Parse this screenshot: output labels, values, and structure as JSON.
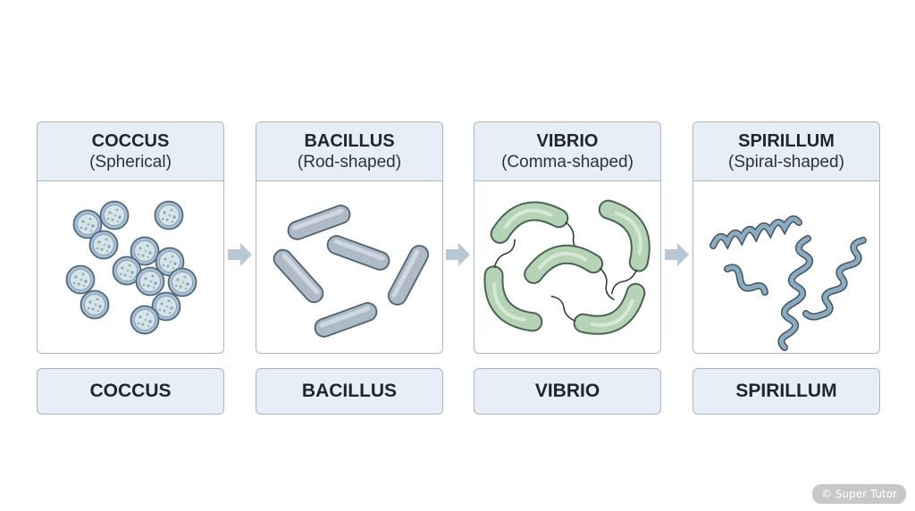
{
  "panels": [
    {
      "title": "COCCUS",
      "subtitle": "(Spherical)",
      "label": "COCCUS"
    },
    {
      "title": "BACILLUS",
      "subtitle": "(Rod-shaped)",
      "label": "BACILLUS"
    },
    {
      "title": "VIBRIO",
      "subtitle": "(Comma-shaped)",
      "label": "VIBRIO"
    },
    {
      "title": "SPIRILLUM",
      "subtitle": "(Spiral-shaped)",
      "label": "SPIRILLUM"
    }
  ],
  "watermark": "© Super Tutor",
  "colors": {
    "border": "#a9b7c4",
    "header_bg": "#e7eef5",
    "arrow": "#b9c7d3",
    "coccus_fill": "#a9bfd0",
    "bacillus_fill": "#aebac6",
    "vibrio_fill": "#b5d3b5",
    "spirillum_stroke": "#7f9cb0"
  }
}
